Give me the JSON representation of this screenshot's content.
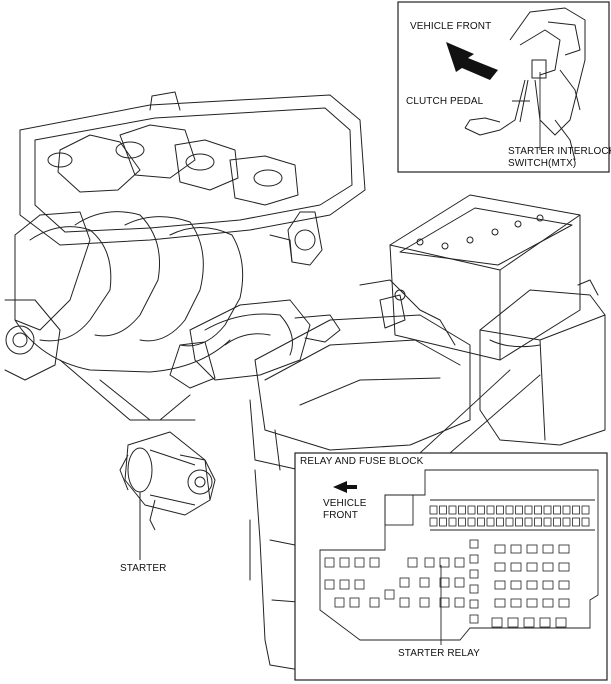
{
  "labels": {
    "vehicle_front_top": "VEHICLE FRONT",
    "clutch_pedal": "CLUTCH PEDAL",
    "starter_interlock_line1": "STARTER INTERLOCK",
    "starter_interlock_line2": "SWITCH(MTX)",
    "relay_and_fuse_block": "RELAY AND FUSE BLOCK",
    "vehicle_front_inset_line1": "VEHICLE",
    "vehicle_front_inset_line2": "FRONT",
    "starter": "STARTER",
    "starter_relay": "STARTER RELAY"
  }
}
